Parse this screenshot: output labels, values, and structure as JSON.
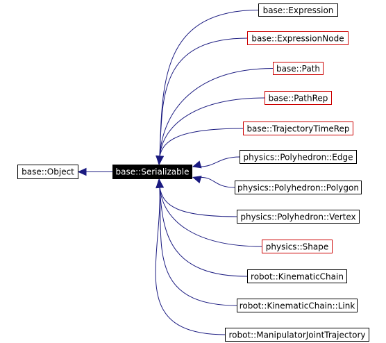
{
  "colors": {
    "edge": "#1a1a80",
    "border_documented": "#000000",
    "border_undocumented": "#cc0000",
    "focus_fill": "#000000",
    "focus_text": "#ffffff"
  },
  "diagram": {
    "base_object": "base::Object",
    "focus": "base::Serializable",
    "children": [
      {
        "label": "base::Expression",
        "border": "documented"
      },
      {
        "label": "base::ExpressionNode",
        "border": "undocumented"
      },
      {
        "label": "base::Path",
        "border": "undocumented"
      },
      {
        "label": "base::PathRep",
        "border": "undocumented"
      },
      {
        "label": "base::TrajectoryTimeRep",
        "border": "undocumented"
      },
      {
        "label": "physics::Polyhedron::Edge",
        "border": "documented"
      },
      {
        "label": "physics::Polyhedron::Polygon",
        "border": "documented"
      },
      {
        "label": "physics::Polyhedron::Vertex",
        "border": "documented"
      },
      {
        "label": "physics::Shape",
        "border": "undocumented"
      },
      {
        "label": "robot::KinematicChain",
        "border": "documented"
      },
      {
        "label": "robot::KinematicChain::Link",
        "border": "documented"
      },
      {
        "label": "robot::ManipulatorJointTrajectory",
        "border": "documented"
      }
    ]
  }
}
